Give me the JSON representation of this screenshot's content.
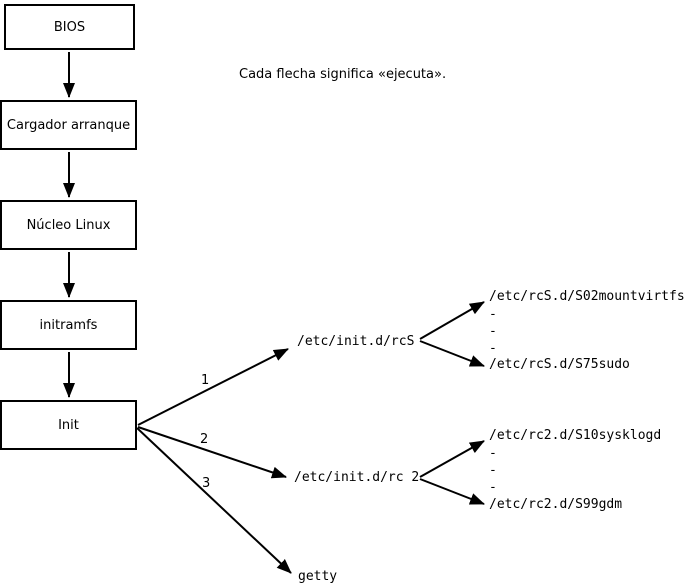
{
  "colors": {
    "background": "#ffffff",
    "line": "#000000",
    "text": "#000000"
  },
  "caption": "Cada flecha significa «ejecuta».",
  "flow_boxes": [
    {
      "label": "BIOS"
    },
    {
      "label": "Cargador arranque"
    },
    {
      "label": "Núcleo Linux"
    },
    {
      "label": "initramfs"
    },
    {
      "label": "Init"
    }
  ],
  "init_branches": [
    {
      "number": "1",
      "target": "/etc/init.d/rcS"
    },
    {
      "number": "2",
      "target": "/etc/init.d/rc 2"
    },
    {
      "number": "3",
      "target": "getty"
    }
  ],
  "rcs_children": {
    "first": "/etc/rcS.d/S02mountvirtfs",
    "dots": "-\n-\n-",
    "last": "/etc/rcS.d/S75sudo"
  },
  "rc2_children": {
    "first": "/etc/rc2.d/S10sysklogd",
    "dots": "-\n-\n-",
    "last": "/etc/rc2.d/S99gdm"
  }
}
